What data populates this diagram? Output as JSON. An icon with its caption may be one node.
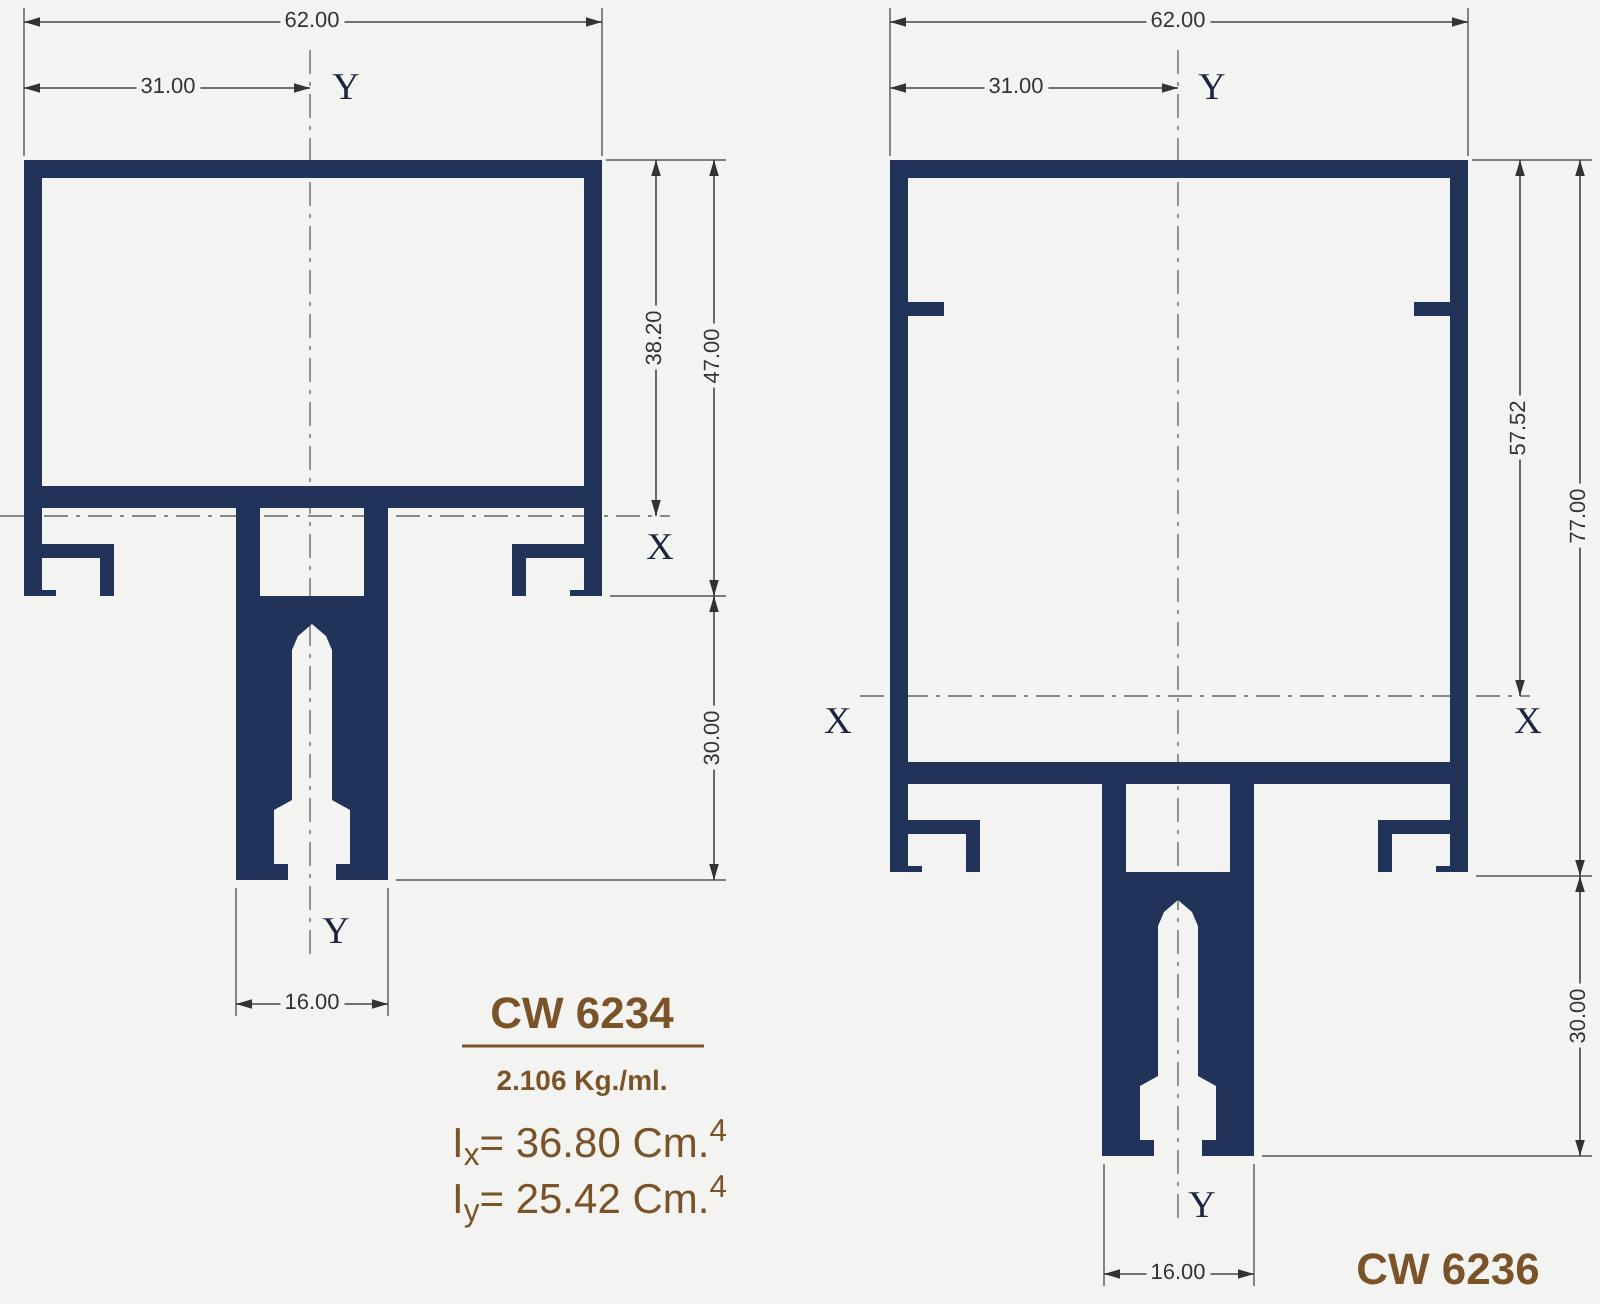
{
  "diagram": {
    "labels": [
      "62.00",
      "31.00",
      "Y",
      "38.20",
      "47.00",
      "X",
      "30.00",
      "Y",
      "16.00",
      "CW 6234",
      "2.106 Kg./ml.",
      "I$_{x}$= 36.80 Cm.$^{4}$",
      "I$_{y}$= 25.42 Cm.$^{4}$",
      "62.00",
      "31.00",
      "Y",
      "57.52",
      "77.00",
      "X",
      "X",
      "30.00",
      "Y",
      "16.00",
      "CW 6236"
    ]
  }
}
